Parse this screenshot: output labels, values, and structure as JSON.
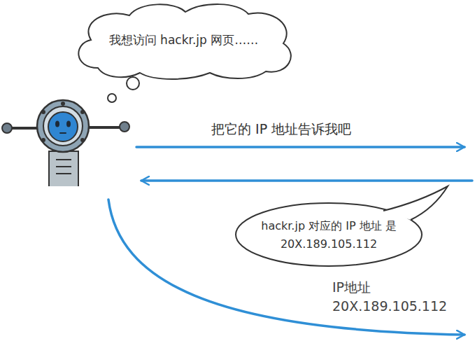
{
  "diagram": {
    "nodes": [
      {
        "text": [
          "我想访问 hackr.jp 网页……"
        ]
      },
      {
        "text": [
          "hackr.jp 对应的 IP 地址 是 20X.189.105.112"
        ]
      }
    ],
    "labels": [
      "把它的 IP 地址告诉我吧",
      "IP地址 20X.189.105.112"
    ]
  }
}
